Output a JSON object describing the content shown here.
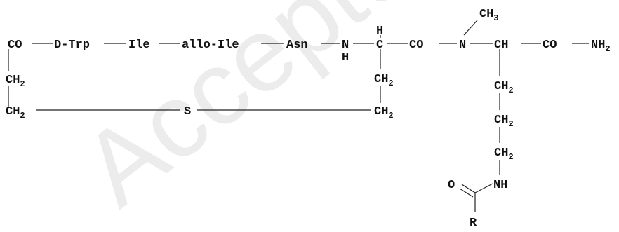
{
  "watermark": "Accepted Ma",
  "structure": {
    "chain": [
      {
        "text": "CO"
      },
      {
        "text": "D-Trp"
      },
      {
        "text": "Ile"
      },
      {
        "text": "allo-Ile"
      },
      {
        "text": "Asn"
      },
      {
        "text": "N"
      },
      {
        "text": "H"
      }
    ],
    "alpha_h": "H",
    "c_alpha": "C",
    "co_1": "CO",
    "n_methyl": "N",
    "methyl": {
      "base": "CH",
      "sub": "3"
    },
    "ch": "CH",
    "co_2": "CO",
    "nh2": {
      "base": "NH",
      "sub": "2"
    },
    "ring_ch2_top": {
      "base": "CH",
      "sub": "2"
    },
    "ring_ch2_bottom": {
      "base": "CH",
      "sub": "2"
    },
    "sulfur": "S",
    "cys_ch2_upper": {
      "base": "CH",
      "sub": "2"
    },
    "cys_ch2_lower": {
      "base": "CH",
      "sub": "2"
    },
    "side_ch2_1": {
      "base": "CH",
      "sub": "2"
    },
    "side_ch2_2": {
      "base": "CH",
      "sub": "2"
    },
    "side_ch2_3": {
      "base": "CH",
      "sub": "2"
    },
    "nh": "NH",
    "carbonyl_o": "O",
    "r_group": "R"
  }
}
